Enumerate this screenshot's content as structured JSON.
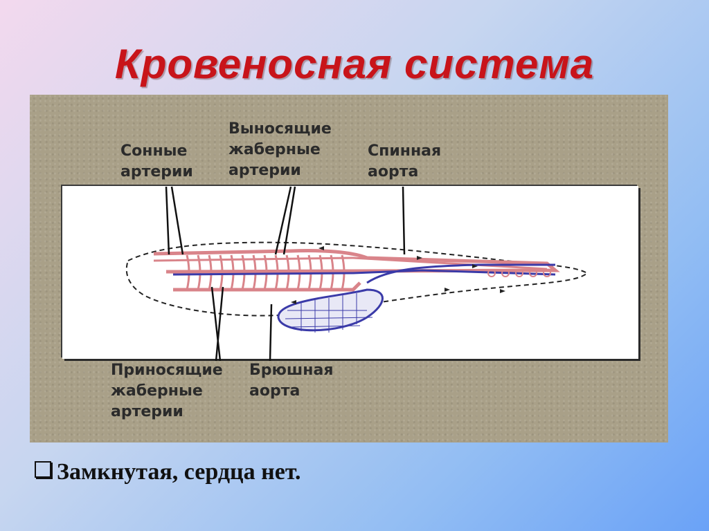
{
  "slide": {
    "title": "Кровеносная система",
    "bullet": "Замкнутая, сердца нет."
  },
  "labels": {
    "carotid_1": "Сонные",
    "carotid_2": "артерии",
    "efferent_1": "Выносящие",
    "efferent_2": "жаберные",
    "efferent_3": "артерии",
    "dorsal_1": "Спинная",
    "dorsal_2": "аорта",
    "afferent_1": "Приносящие",
    "afferent_2": "жаберные",
    "afferent_3": "артерии",
    "ventral_1": "Брюшная",
    "ventral_2": "аорта"
  },
  "colors": {
    "title": "#c8141a",
    "artery": "#d9848a",
    "vein": "#3a3aa8",
    "panel": "#a9a088"
  }
}
